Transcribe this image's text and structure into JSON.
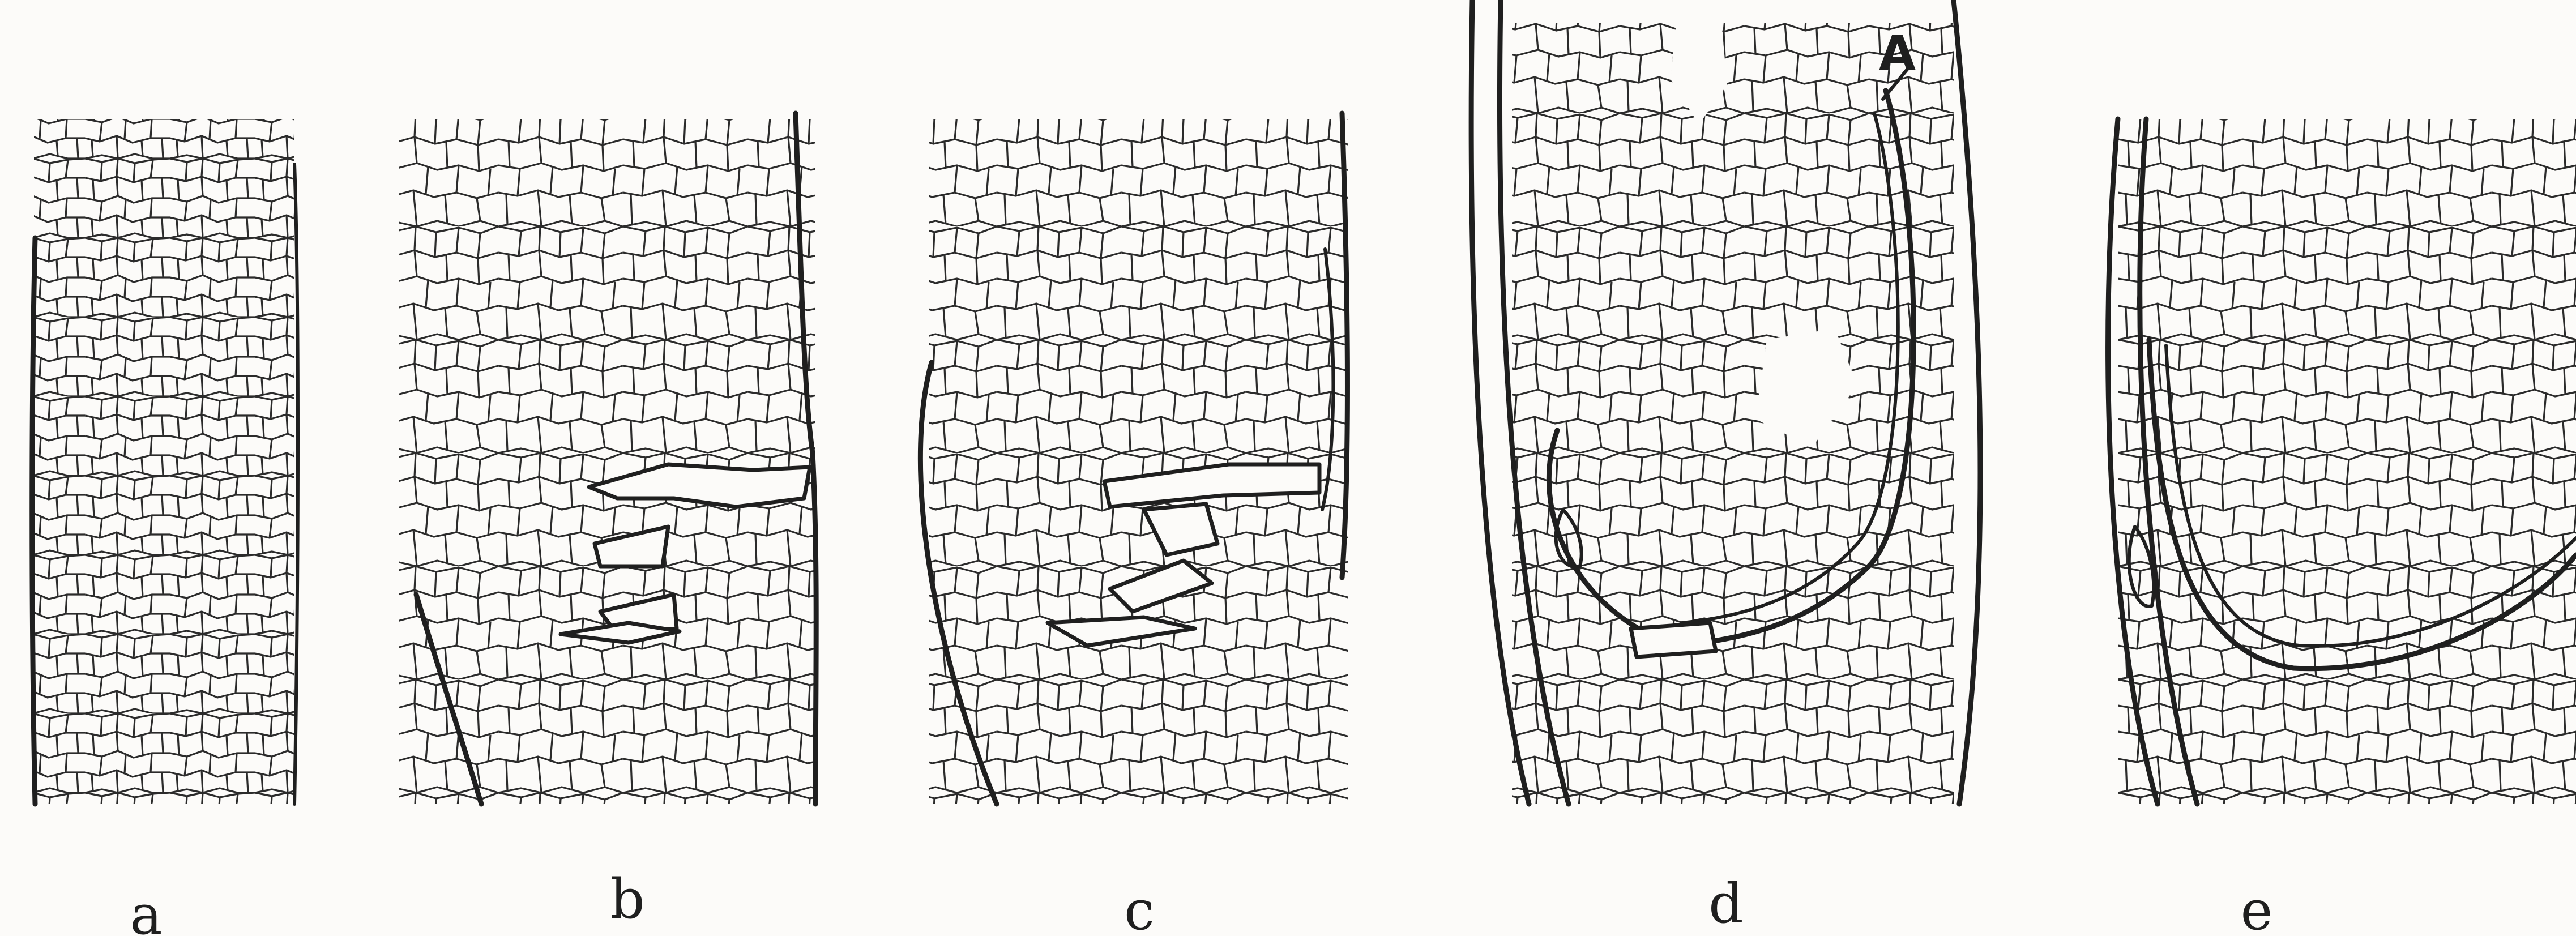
{
  "figure": {
    "panels": [
      {
        "id": "a",
        "label": "a"
      },
      {
        "id": "b",
        "label": "b"
      },
      {
        "id": "c",
        "label": "c"
      },
      {
        "id": "d",
        "label": "d"
      },
      {
        "id": "e",
        "label": "e"
      }
    ],
    "marker": {
      "label": "A"
    },
    "colors": {
      "ink": "#1f1f1f",
      "paper": "#fcfbf9"
    }
  }
}
